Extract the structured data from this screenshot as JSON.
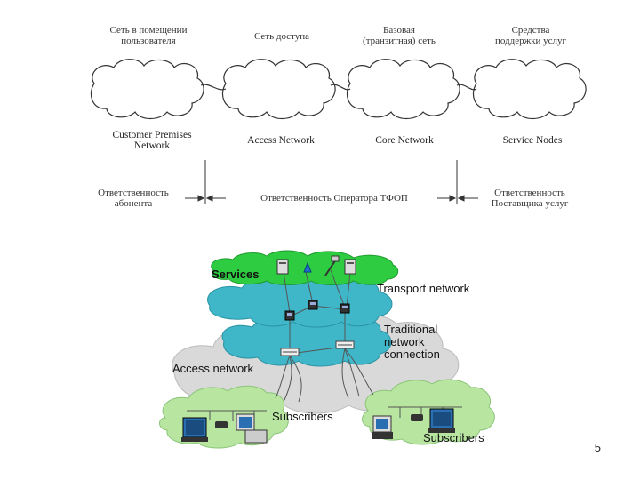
{
  "top_diagram": {
    "zones": [
      {
        "ru": "Сеть в помещении пользователя",
        "ru_line1": "Сеть в помещении",
        "ru_line2": "пользователя",
        "en_line1": "Customer Premises",
        "en_line2": "Network"
      },
      {
        "ru_line1": "Сеть доступа",
        "ru_line2": "",
        "en_line1": "Access Network",
        "en_line2": ""
      },
      {
        "ru_line1": "Базовая",
        "ru_line2": "(транзитная) сеть",
        "en_line1": "Core Network",
        "en_line2": ""
      },
      {
        "ru_line1": "Средства",
        "ru_line2": "поддержки услуг",
        "en_line1": "Service Nodes",
        "en_line2": ""
      }
    ],
    "responsibilities": {
      "client_line1": "Ответственность",
      "client_line2": "абонента",
      "operator": "Ответственность Оператора ТФОП",
      "provider_line1": "Ответственность",
      "provider_line2": "Поставщика услуг"
    }
  },
  "bottom_diagram": {
    "labels": {
      "services": "Services",
      "transport": "Transport network",
      "traditional_line1": "Traditional",
      "traditional_line2": "network",
      "traditional_line3": "connection",
      "access": "Access network",
      "subscribers_left": "Subscribers",
      "subscribers_right": "Subscribers"
    },
    "colors": {
      "services_cloud": "#2ecc40",
      "transport_cloud": "#3fb7c9",
      "access_cloud": "#d9d9d9",
      "subscriber_cloud": "#b8e6a0",
      "monitor": "#2b6fb3"
    }
  },
  "page_number": "5"
}
